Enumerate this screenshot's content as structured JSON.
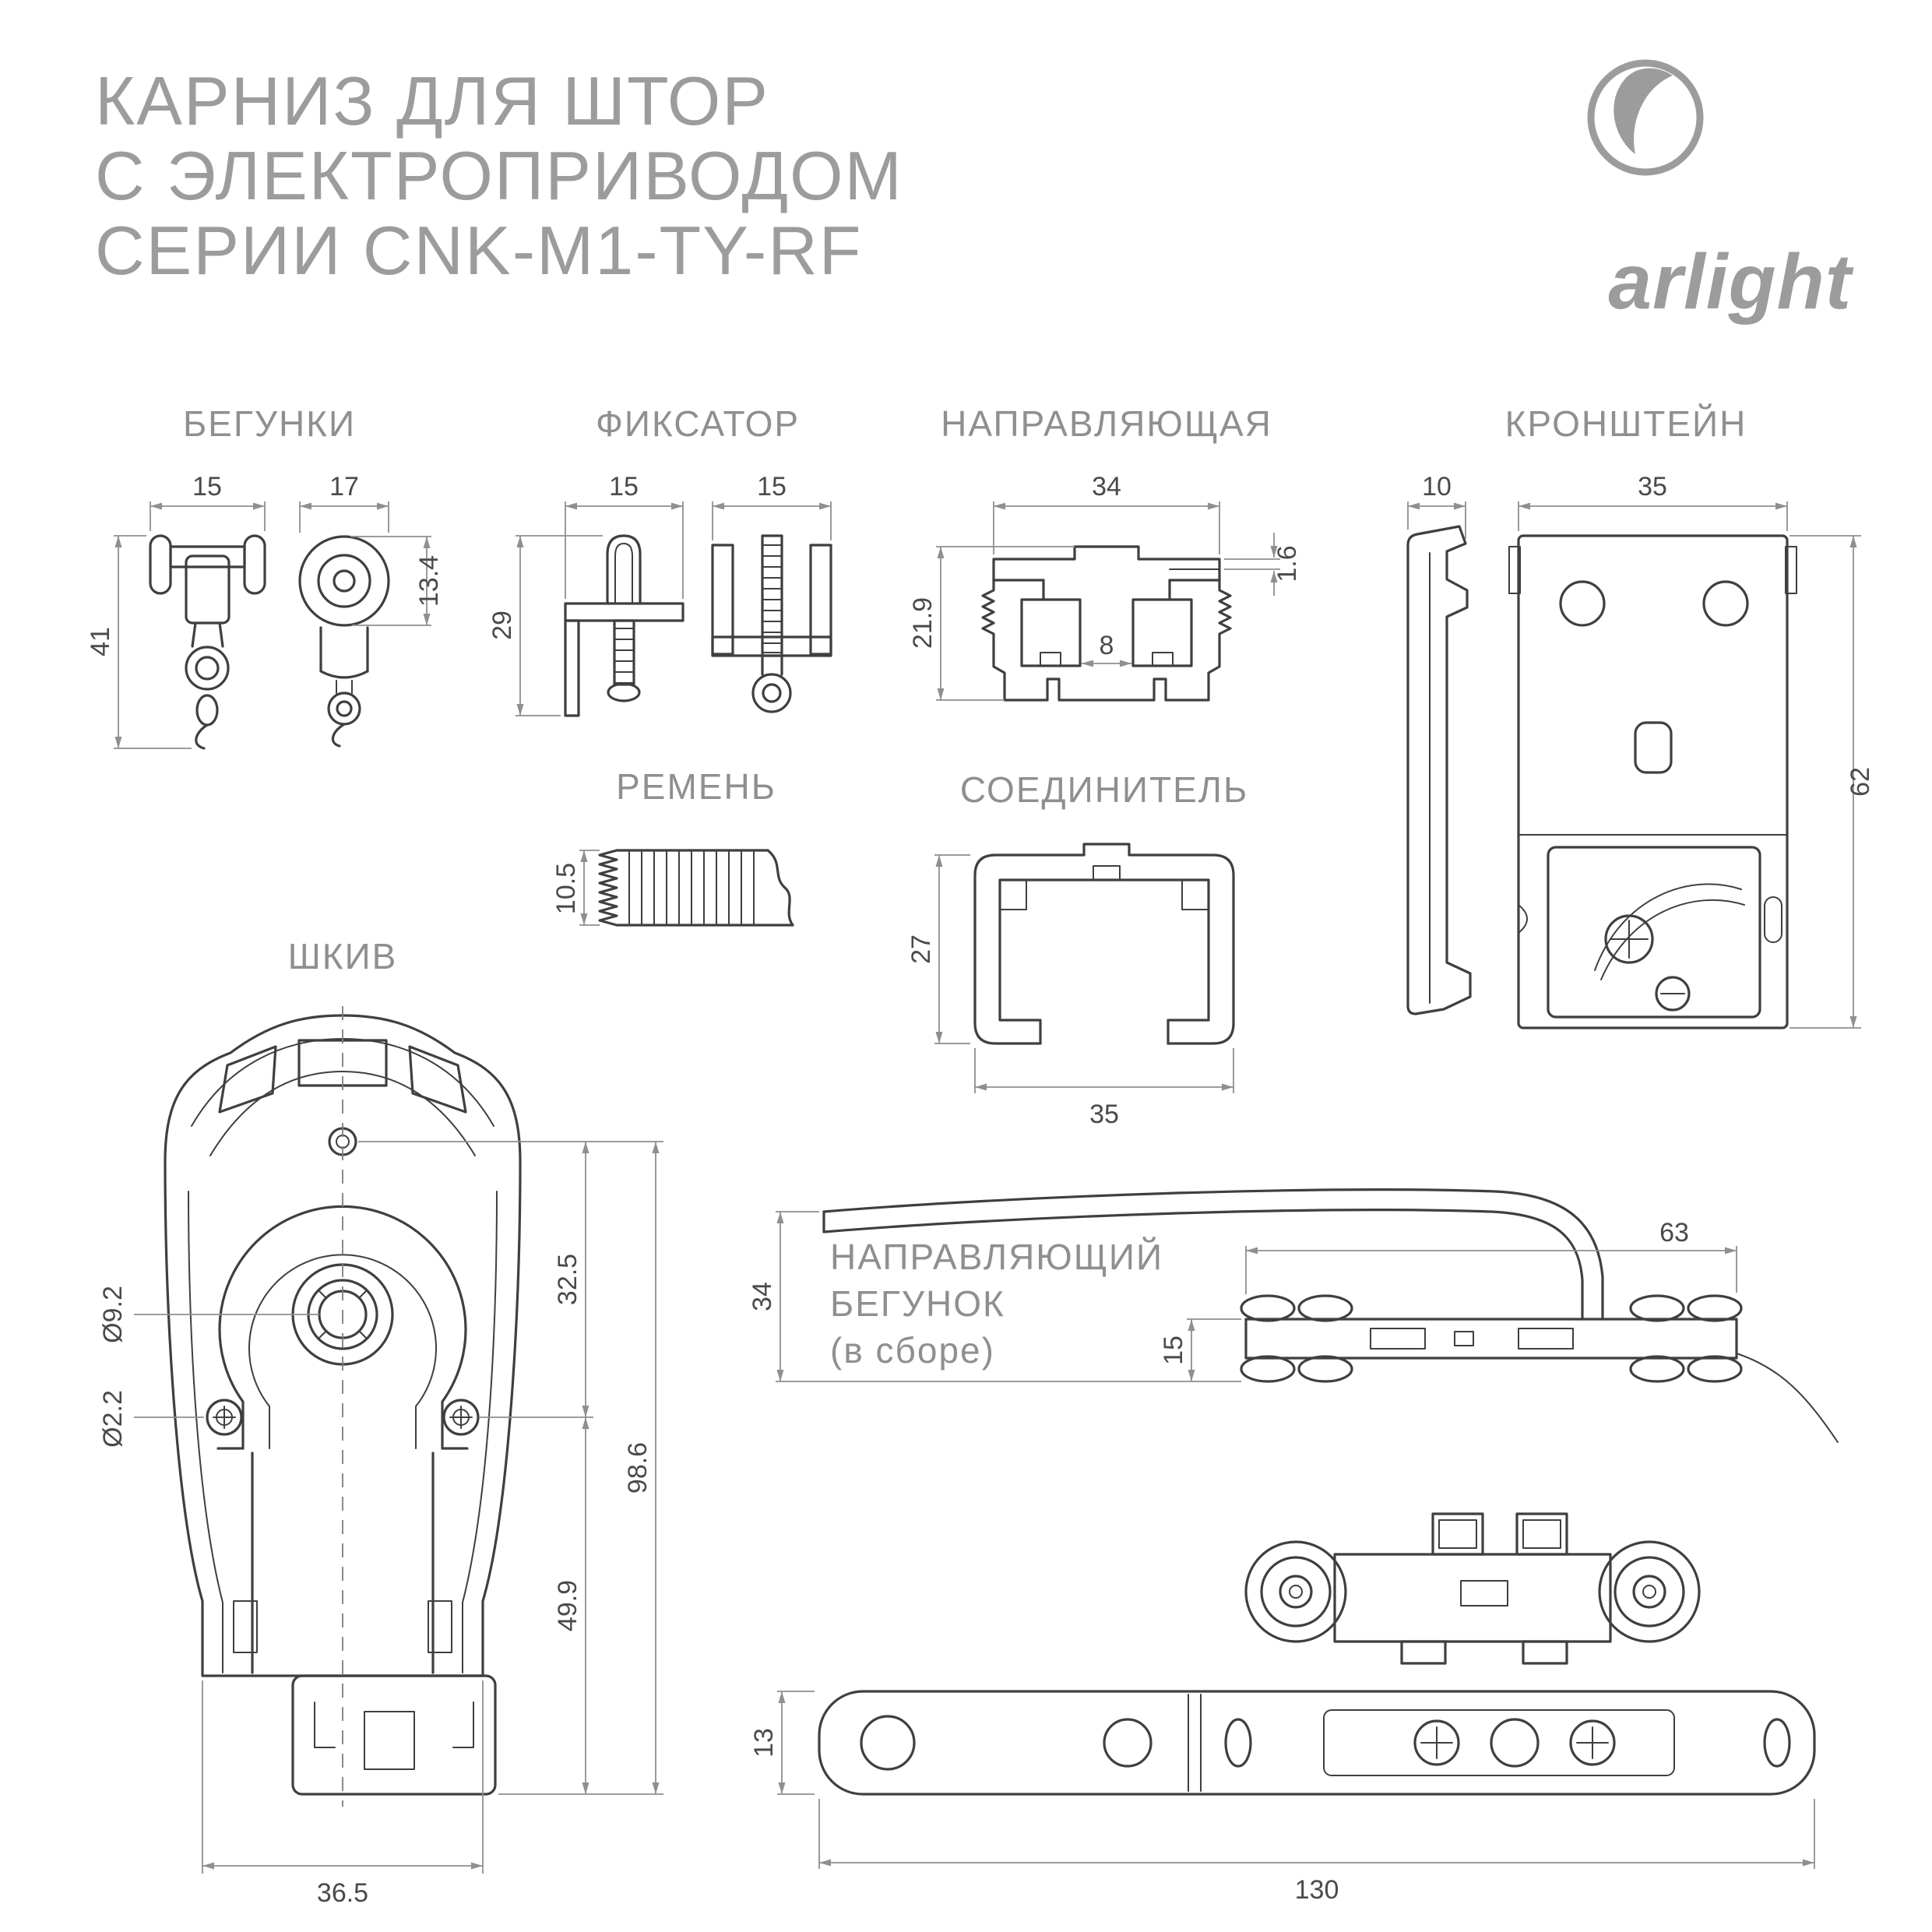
{
  "page": {
    "title_lines": [
      "КАРНИЗ ДЛЯ ШТОР",
      "С ЭЛЕКТРОПРИВОДОМ",
      "СЕРИИ CNK-M1-TY-RF"
    ],
    "brand": "arlight"
  },
  "colors": {
    "line": "#3f3f3f",
    "dim_line": "#8f8f8f",
    "dim_text": "#4a4a4a",
    "label": "#8f8f8f",
    "title": "#9c9c9c",
    "background": "#ffffff"
  },
  "sections": {
    "runners": {
      "label": "БЕГУНКИ",
      "dims": {
        "front_width": "15",
        "side_width": "17",
        "height": "41",
        "roller_height": "13.4"
      }
    },
    "fixator": {
      "label": "ФИКСАТОР",
      "dims": {
        "left_width": "15",
        "right_width": "15",
        "height": "29"
      }
    },
    "guide_rail": {
      "label": "НАПРАВЛЯЮЩАЯ",
      "dims": {
        "width": "34",
        "wall": "1.6",
        "height": "21.9",
        "slot": "8"
      }
    },
    "bracket": {
      "label": "КРОНШТЕЙН",
      "dims": {
        "side_width": "10",
        "front_width": "35",
        "height": "62"
      }
    },
    "belt": {
      "label": "РЕМЕНЬ",
      "dims": {
        "height": "10.5"
      }
    },
    "connector": {
      "label": "СОЕДИНИТЕЛЬ",
      "dims": {
        "height": "27",
        "width": "35"
      }
    },
    "pulley": {
      "label": "ШКИВ",
      "dims": {
        "upper_height": "32.5",
        "total_height": "98.6",
        "lower_height": "49.9",
        "bore_diameter": "Ø9.2",
        "screw_diameter": "Ø2.2",
        "width": "36.5"
      }
    },
    "guide_runner": {
      "label_lines": [
        "НАПРАВЛЯЮЩИЙ",
        "БЕГУНОК",
        "(в сборе)"
      ],
      "dims": {
        "arm_length": "63",
        "overall_height": "34",
        "carriage_height": "15",
        "bar_height": "13",
        "bar_length": "130"
      }
    }
  }
}
